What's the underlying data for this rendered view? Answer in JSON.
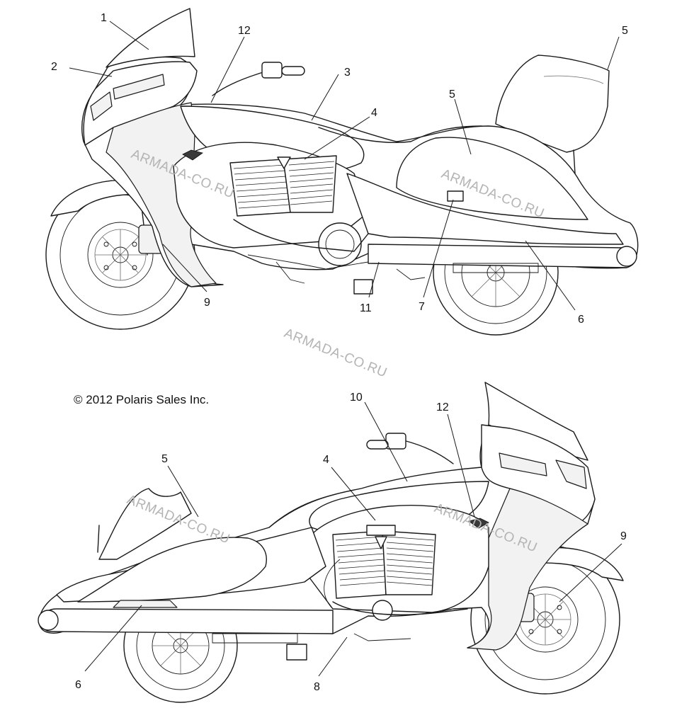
{
  "diagram": {
    "copyright": "© 2012 Polaris Sales Inc.",
    "watermark": "ARMADA-CO.RU",
    "top_view": {
      "callouts": [
        "1",
        "2",
        "12",
        "3",
        "4",
        "5",
        "5",
        "6",
        "7",
        "11",
        "9"
      ]
    },
    "bottom_view": {
      "callouts": [
        "10",
        "12",
        "5",
        "4",
        "9",
        "6",
        "8"
      ]
    }
  },
  "colors": {
    "line": "#1a1a1a",
    "watermark": "#b4b4b4",
    "background": "#ffffff"
  }
}
